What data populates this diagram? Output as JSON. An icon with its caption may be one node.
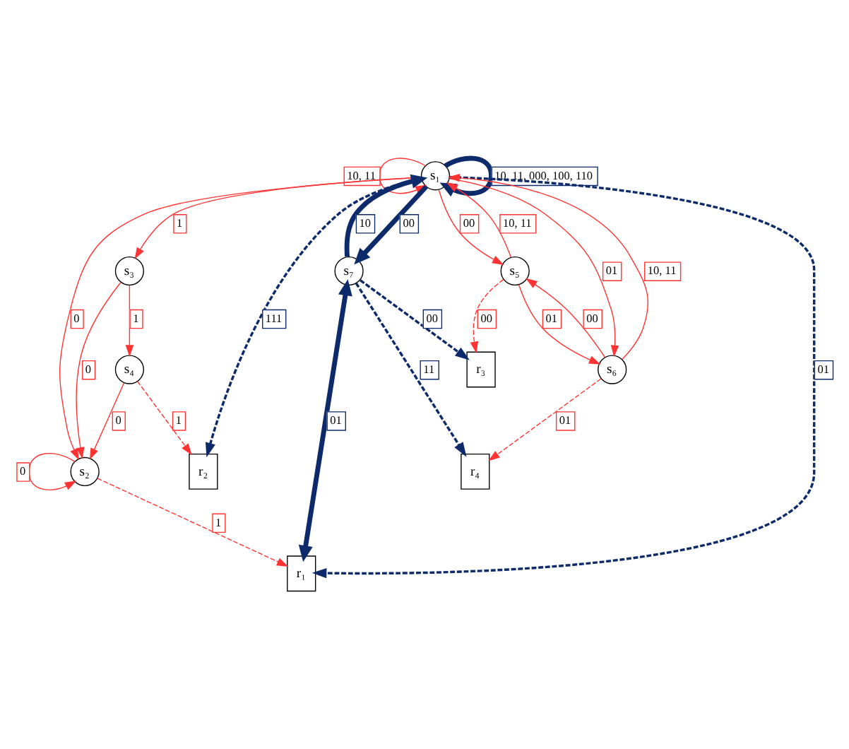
{
  "diagram": {
    "nodes": [
      {
        "text": [
          "s₁"
        ]
      },
      {
        "text": [
          "s₂"
        ]
      },
      {
        "text": [
          "s₃"
        ]
      },
      {
        "text": [
          "s₄"
        ]
      },
      {
        "text": [
          "s₅"
        ]
      },
      {
        "text": [
          "s₆"
        ]
      },
      {
        "text": [
          "s₇"
        ]
      },
      {
        "text": [
          "r₁"
        ]
      },
      {
        "text": [
          "r₂"
        ]
      },
      {
        "text": [
          "r₃"
        ]
      },
      {
        "text": [
          "r₄"
        ]
      }
    ],
    "edges": [
      {
        "from": 0,
        "to": 0,
        "arrow": "to",
        "label": "10, 11"
      },
      {
        "from": 0,
        "to": 0,
        "arrow": "to",
        "label": "10, 11, 000, 100, 110",
        "style": "thick",
        "color": "#0d2a6b"
      },
      {
        "from": 4,
        "to": 0,
        "arrow": "to",
        "label": "10, 11"
      },
      {
        "from": 0,
        "to": 1,
        "arrow": "to",
        "label": "0"
      },
      {
        "from": 1,
        "to": 1,
        "arrow": "to",
        "label": "0"
      },
      {
        "from": 0,
        "to": 4,
        "arrow": "to",
        "label": "00"
      },
      {
        "from": 0,
        "to": 5,
        "arrow": "to",
        "label": "01"
      },
      {
        "from": 0,
        "to": 2,
        "arrow": "to",
        "label": "1"
      },
      {
        "from": 2,
        "to": 1,
        "arrow": "to",
        "label": "0"
      },
      {
        "from": 2,
        "to": 3,
        "arrow": "to",
        "label": "1"
      },
      {
        "from": 3,
        "to": 1,
        "arrow": "to",
        "label": "0"
      },
      {
        "from": 4,
        "to": 5,
        "arrow": "to",
        "label": "01"
      },
      {
        "from": 5,
        "to": 4,
        "arrow": "to",
        "label": "00"
      },
      {
        "from": 5,
        "to": 0,
        "arrow": "to",
        "label": "10, 11"
      },
      {
        "from": 0,
        "to": 7,
        "arrow": "to",
        "label": "01",
        "style": "dashed",
        "color": "#0d2a6b"
      },
      {
        "from": 0,
        "to": 8,
        "arrow": "to",
        "label": "111",
        "style": "dashed",
        "color": "#0d2a6b"
      },
      {
        "from": 0,
        "to": 6,
        "arrow": "to",
        "label": "00",
        "style": "thick",
        "color": "#0d2a6b"
      },
      {
        "from": 6,
        "to": 0,
        "arrow": "to",
        "label": "10",
        "style": "thick",
        "color": "#0d2a6b"
      },
      {
        "from": 6,
        "to": 7,
        "arrow": "both",
        "label": "01",
        "style": "thick",
        "color": "#0d2a6b"
      },
      {
        "from": 6,
        "to": 9,
        "arrow": "to",
        "label": "00",
        "style": "dashed",
        "color": "#0d2a6b"
      },
      {
        "from": 6,
        "to": 10,
        "arrow": "to",
        "label": "11",
        "style": "dashed",
        "color": "#0d2a6b"
      },
      {
        "from": 1,
        "to": 7,
        "arrow": "to",
        "label": "1",
        "style": "dashed"
      },
      {
        "from": 4,
        "to": 9,
        "arrow": "to",
        "label": "00",
        "style": "dashed"
      },
      {
        "from": 5,
        "to": 10,
        "arrow": "to",
        "label": "01",
        "style": "dashed"
      },
      {
        "from": 3,
        "to": 8,
        "arrow": "to",
        "label": "1",
        "style": "dashed"
      }
    ]
  }
}
